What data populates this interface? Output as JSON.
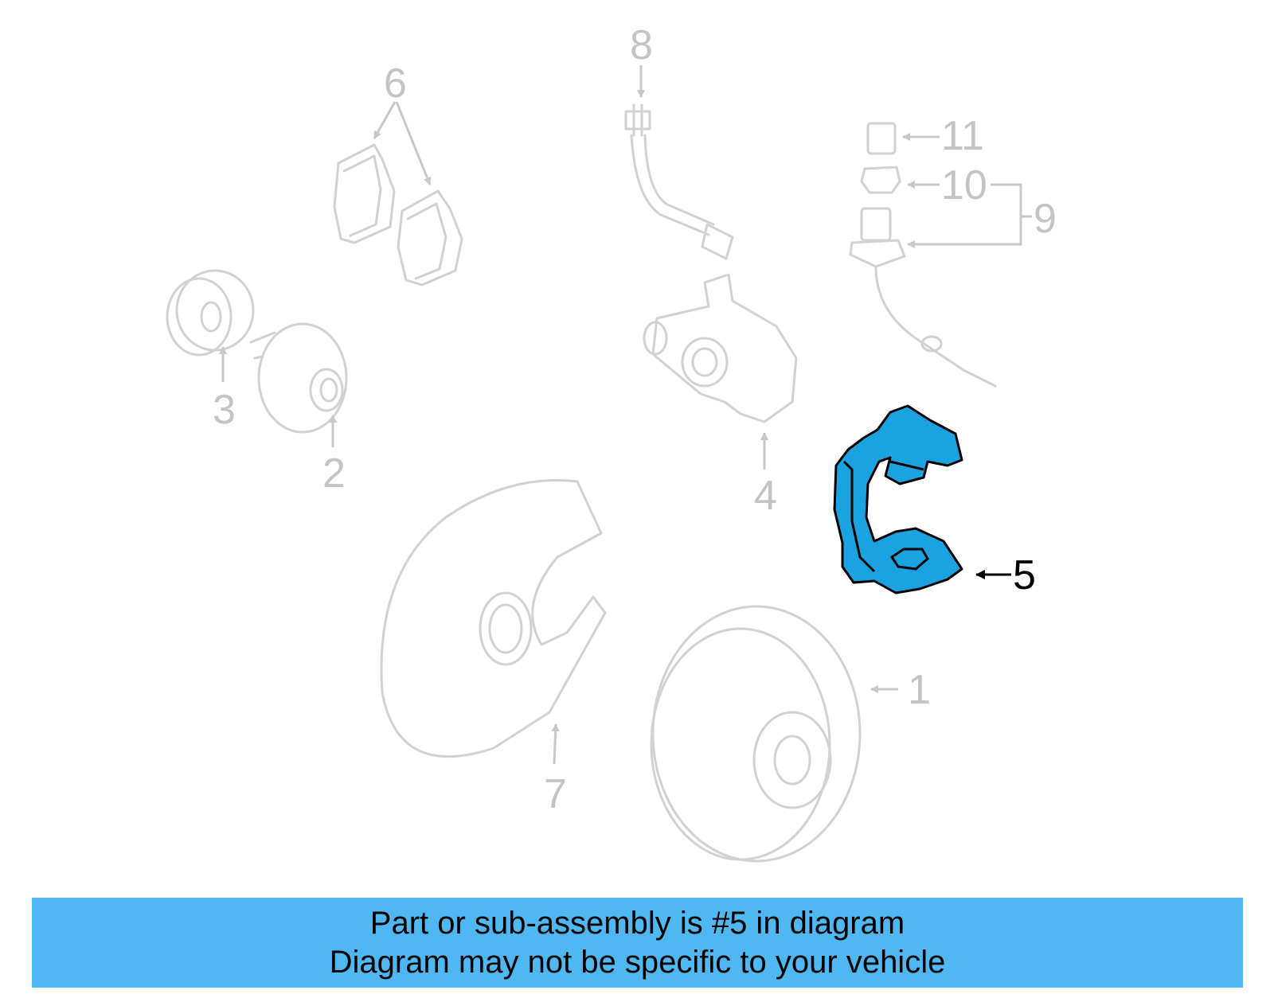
{
  "callouts": [
    "1",
    "2",
    "3",
    "4",
    "5",
    "6",
    "7",
    "8",
    "9",
    "10",
    "11"
  ],
  "highlighted_callout": "5",
  "colors": {
    "highlight_fill": "#1aa3e0",
    "caption_bg": "#4fb8f2",
    "part_line": "#d2d2d2",
    "label_gray": "#c4c4c4"
  },
  "caption": {
    "line1": "Part or sub-assembly is #5 in diagram",
    "line2": "Diagram may not be specific to your vehicle"
  }
}
